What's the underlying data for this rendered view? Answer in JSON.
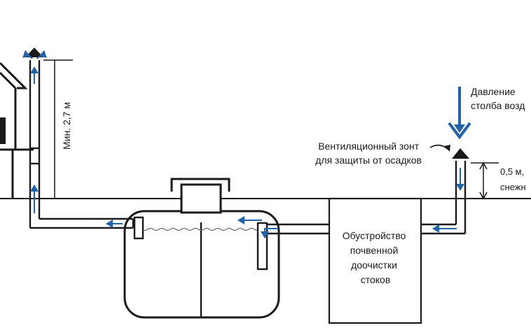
{
  "labels": {
    "min_height": "Мин. 2,7 м",
    "pressure_line1": "Давление",
    "pressure_line2": "столба возд",
    "vent_line1": "Вентиляционный зонт",
    "vent_line2": "для защиты от осадков",
    "snow_line1": "0,5 м, ",
    "snow_line2": "снежн",
    "device_line1": "Обустройство",
    "device_line2": "почвенной",
    "device_line3": "доочистки",
    "device_line4": "стоков"
  },
  "colors": {
    "line": "#1a1a1a",
    "flow_arrow": "#1f63a8",
    "water": "#6c6c6c"
  },
  "icons": {
    "flow_arrow": "arrow-icon",
    "air_pressure": "arrow-down-icon",
    "vent_cap": "vent-cap-icon",
    "house": "house-icon"
  }
}
